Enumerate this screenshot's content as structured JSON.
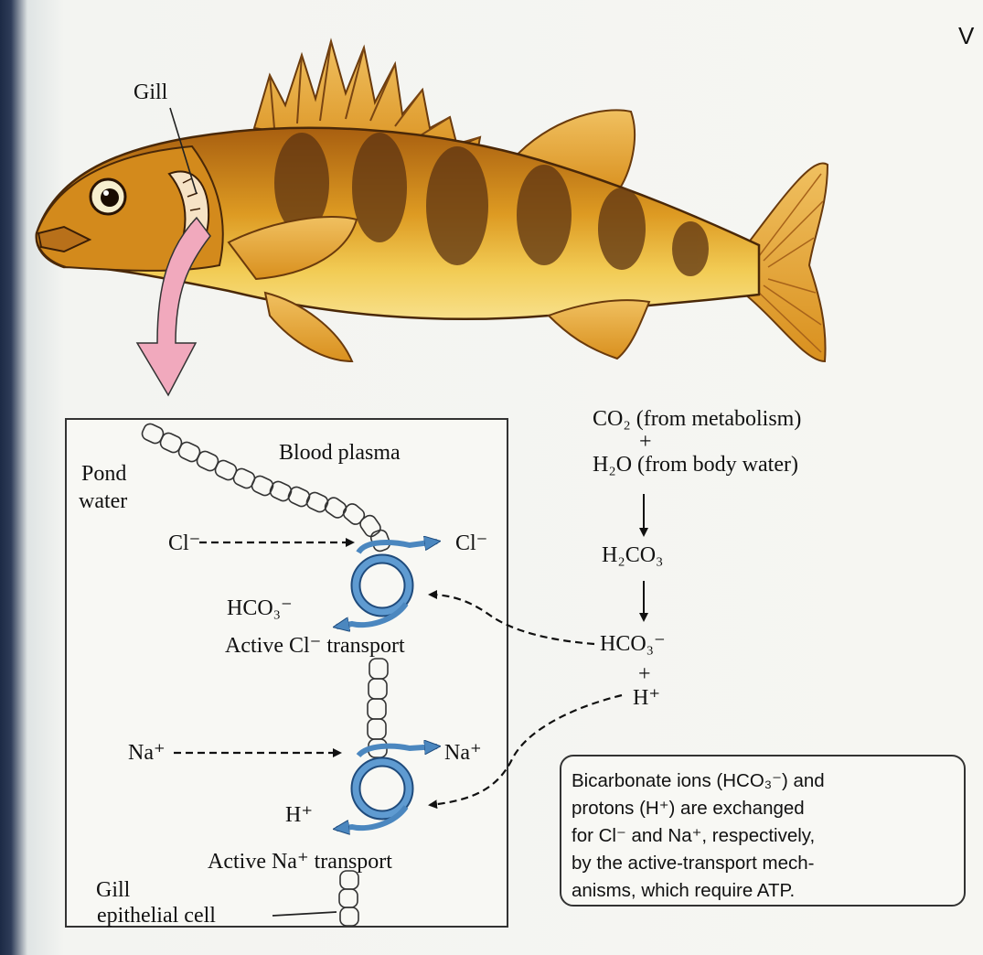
{
  "header": {
    "corner_letter": "V"
  },
  "labels": {
    "gill": "Gill",
    "pond_water_1": "Pond",
    "pond_water_2": "water",
    "blood_plasma": "Blood plasma",
    "gill_epithelial_1": "Gill",
    "gill_epithelial_2": "epithelial cell"
  },
  "transport_chloride": {
    "cl_in": "Cl⁻",
    "cl_out": "Cl⁻",
    "hco3_out": "HCO₃⁻",
    "caption": "Active Cl⁻ transport"
  },
  "transport_sodium": {
    "na_in": "Na⁺",
    "na_out": "Na⁺",
    "h_out": "H⁺",
    "caption": "Active Na⁺ transport"
  },
  "reaction": {
    "co2": "CO₂ (from metabolism)",
    "plus1": "+",
    "h2o": "H₂O (from body water)",
    "h2co3": "H₂CO₃",
    "hco3": "HCO₃⁻",
    "plus2": "+",
    "h": "H⁺"
  },
  "note": {
    "lines": [
      "Bicarbonate ions (HCO₃⁻) and",
      "protons (H⁺) are exchanged",
      "for Cl⁻ and  Na⁺, respectively,",
      "by the active-transport mech-",
      "anisms, which require ATP."
    ]
  },
  "colors": {
    "fish_body": "#d9951c",
    "fish_belly": "#f6dc74",
    "fish_bands": "#5c3312",
    "fins": "#e39a33",
    "pink_arrow": "#f1a9bd",
    "transporter_ring": "#4b87bf",
    "page_background": "#f6f6f2"
  }
}
